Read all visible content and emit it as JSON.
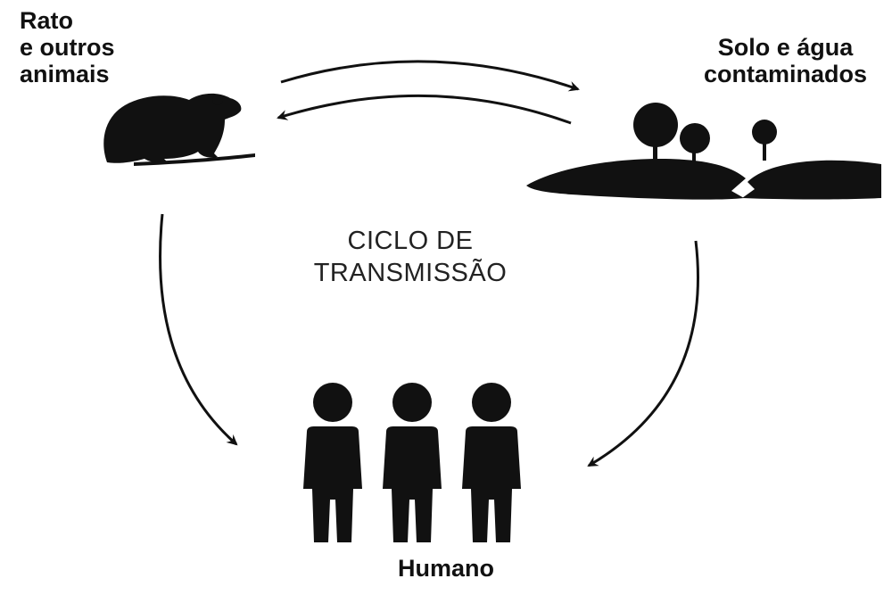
{
  "nodes": {
    "rat": {
      "lines": [
        "Rato",
        "e outros",
        "animais"
      ]
    },
    "soil_water": {
      "lines": [
        "Solo e água",
        "contaminados"
      ]
    },
    "human": {
      "label": "Humano"
    }
  },
  "center": {
    "lines": [
      "CICLO DE",
      "TRANSMISSÃO"
    ]
  },
  "icons": [
    "rat-icon",
    "landscape-icon",
    "people-icon"
  ],
  "colors": {
    "ink": "#111111",
    "background": "#ffffff"
  }
}
